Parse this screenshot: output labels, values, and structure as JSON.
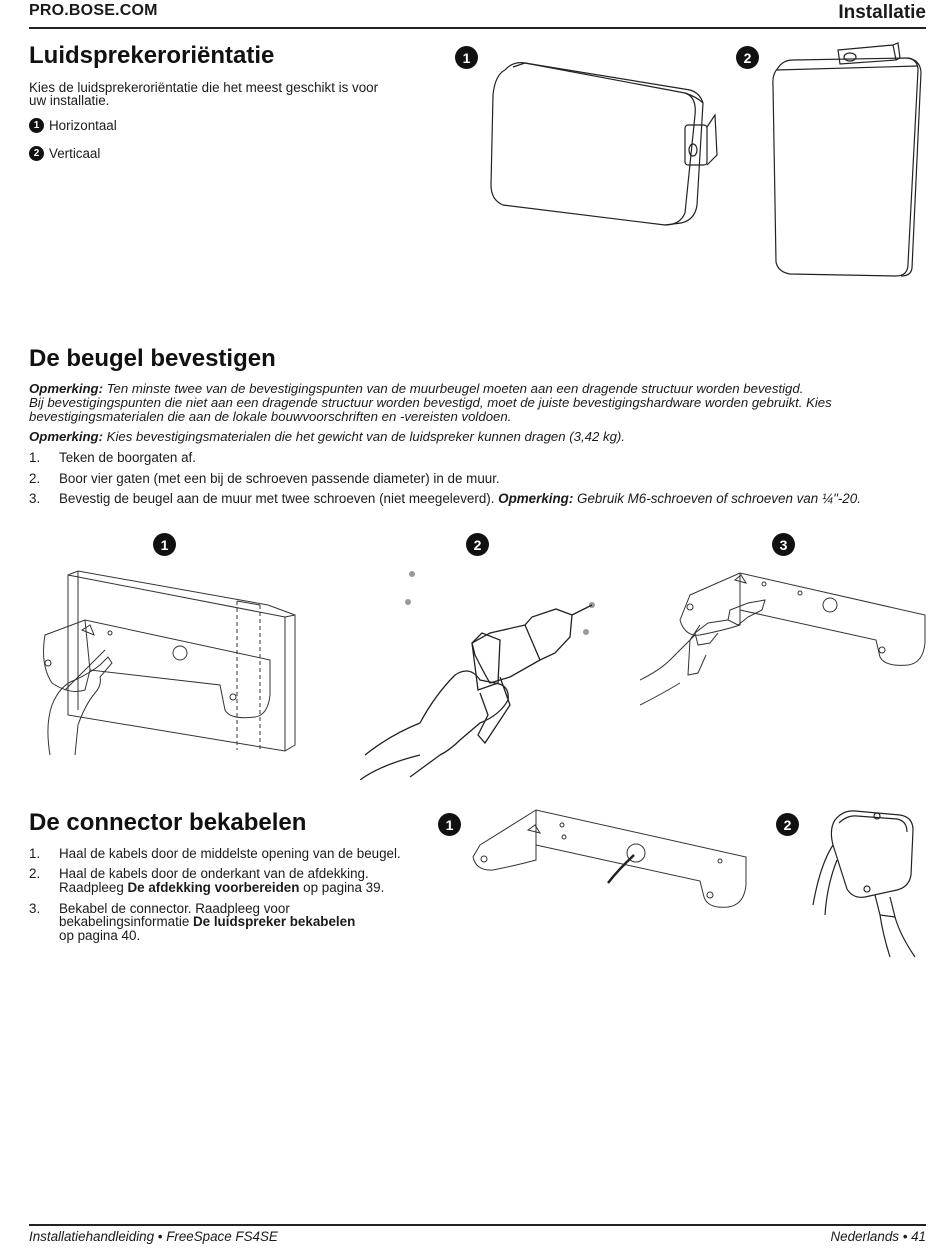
{
  "header": {
    "site": "PRO.BOSE.COM",
    "section": "Installatie"
  },
  "orientation": {
    "title": "Luidsprekeroriëntatie",
    "intro_line1": "Kies de luidsprekeroriëntatie die het meest geschikt is voor",
    "intro_line2": "uw installatie.",
    "options": [
      {
        "num": "1",
        "label": "Horizontaal"
      },
      {
        "num": "2",
        "label": "Verticaal"
      }
    ],
    "figure_labels": [
      "1",
      "2"
    ]
  },
  "bracket": {
    "title": "De beugel bevestigen",
    "note1_label": "Opmerking:",
    "note1_line1": " Ten minste twee van de bevestigingspunten van de muurbeugel moeten aan een dragende structuur worden bevestigd.",
    "note1_line2": "Bij bevestigingspunten die niet aan een dragende structuur worden bevestigd, moet de juiste bevestigingshardware worden gebruikt. Kies",
    "note1_line3": "bevestigingsmaterialen die aan de lokale bouwvoorschriften en -vereisten voldoen.",
    "note2_label": "Opmerking:",
    "note2_text": " Kies bevestigingsmaterialen die het gewicht van de luidspreker kunnen dragen (3,42 kg).",
    "steps": [
      {
        "num": "1.",
        "text": "Teken de boorgaten af."
      },
      {
        "num": "2.",
        "text": "Boor vier gaten (met een bij de schroeven passende diameter) in de muur."
      },
      {
        "num": "3.",
        "text": "Bevestig de beugel aan de muur met twee schroeven (niet meegeleverd). ",
        "note_label": "Opmerking:",
        "note_text": " Gebruik M6-schroeven of schroeven van ¼\"-20."
      }
    ],
    "figure_labels": [
      "1",
      "2",
      "3"
    ]
  },
  "connector": {
    "title": "De connector bekabelen",
    "steps": [
      {
        "num": "1.",
        "line1": "Haal de kabels door de middelste opening van de beugel."
      },
      {
        "num": "2.",
        "line1": "Haal de kabels door de onderkant van de afdekking.",
        "line2_pre": "Raadpleeg ",
        "line2_bold": "De afdekking voorbereiden",
        "line2_post": " op pagina 39."
      },
      {
        "num": "3.",
        "line1": "Bekabel de connector. Raadpleeg voor",
        "line2_pre": "bekabelingsinformatie ",
        "line2_bold": "De luidspreker bekabelen",
        "line3": "op pagina 40."
      }
    ],
    "figure_labels": [
      "1",
      "2"
    ]
  },
  "footer": {
    "left": "Installatiehandleiding • FreeSpace FS4SE",
    "right": "Nederlands • 41"
  }
}
